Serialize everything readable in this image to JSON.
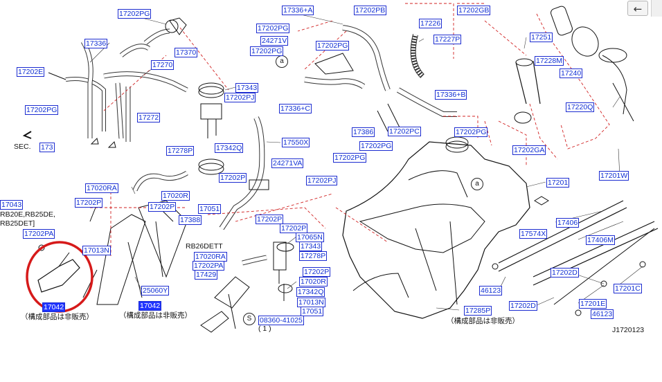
{
  "toolbar": {
    "back_label": "←"
  },
  "diagram": {
    "figure_code": "J1720123",
    "sec_label": "SEC.",
    "sec_ref": "173",
    "not_sold_text": "（構成部品は非販売）",
    "engine_codes_rb20": "RB20E,RB25DE,",
    "engine_codes_rb25det": "RB25DET]",
    "engine_code_rb26": "RB26DETT",
    "bolt_count": "( 1 )",
    "callout_a": "a",
    "callout_s": "S",
    "highlight_color": "#d61a1a",
    "label_color": "#0f2fd4",
    "parts": {
      "p17202PG_top": "17202PG",
      "p17336": "17336",
      "p17370": "17370",
      "p17202E": "17202E",
      "p17270": "17270",
      "p17202PG_left": "17202PG",
      "p17272": "17272",
      "p17343_a": "17343",
      "p17202PJ_a": "17202PJ",
      "p17336A": "17336+A",
      "p17202PG_c1": "17202PG",
      "p24271V": "24271V",
      "p17202PG_c2": "17202PG",
      "p17202PG_c3": "17202PG",
      "p17336C": "17336+C",
      "p17202PB": "17202PB",
      "p17226": "17226",
      "p17227P": "17227P",
      "p17202GB": "17202GB",
      "p17251": "17251",
      "p17228M": "17228M",
      "p17240": "17240",
      "p17220Q": "17220Q",
      "p17336B": "17336+B",
      "p17386": "17386",
      "p17202PC": "17202PC",
      "p17202PG_r": "17202PG",
      "p17202PG_c4": "17202PG",
      "p17202PG_c5": "17202PG",
      "p17202GA": "17202GA",
      "p17201W": "17201W",
      "p17278P_a": "17278P",
      "p17342Q_a": "17342Q",
      "p17550X": "17550X",
      "p24271VA": "24271VA",
      "p17202P_a": "17202P",
      "p17051_a": "17051",
      "p17020RA_a": "17020RA",
      "p17020R_a": "17020R",
      "p17202P_b": "17202P",
      "p17202P_c": "17202P",
      "p17388": "17388",
      "p17043": "17043",
      "p17202PA_a": "17202PA",
      "p17013N_a": "17013N",
      "p17202PJ_b": "17202PJ",
      "p17201": "17201",
      "p17574X": "17574X",
      "p17406": "17406",
      "p17406M": "17406M",
      "p17202P_d": "17202P",
      "p17202P_e": "17202P",
      "p17065N": "17065N",
      "p17343_b": "17343",
      "p17278P_b": "17278P",
      "p17020RA_b": "17020RA",
      "p17202PA_b": "17202PA",
      "p17429": "17429",
      "p17202P_f": "17202P",
      "p17020R_b": "17020R",
      "p17342Q_b": "17342Q",
      "p17013N_b": "17013N",
      "p17051_b": "17051",
      "p08360": "08360-41025",
      "p25060Y": "25060Y",
      "p17042_a": "17042",
      "p17042_b": "17042",
      "p46123_a": "46123",
      "p17285P": "17285P",
      "p17202D_a": "17202D",
      "p17202D_b": "17202D",
      "p17201C": "17201C",
      "p17201E": "17201E",
      "p46123_b": "46123"
    }
  }
}
